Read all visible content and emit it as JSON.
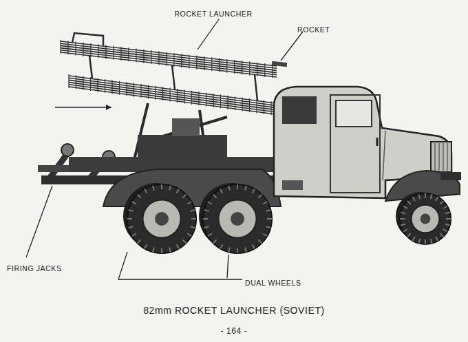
{
  "diagram": {
    "caption": "82mm ROCKET LAUNCHER (SOVIET)",
    "labels": [
      "ROCKET LAUNCHER",
      "ROCKET",
      "FIRING JACKS",
      "DUAL WHEELS",
      "- 164 -"
    ]
  }
}
